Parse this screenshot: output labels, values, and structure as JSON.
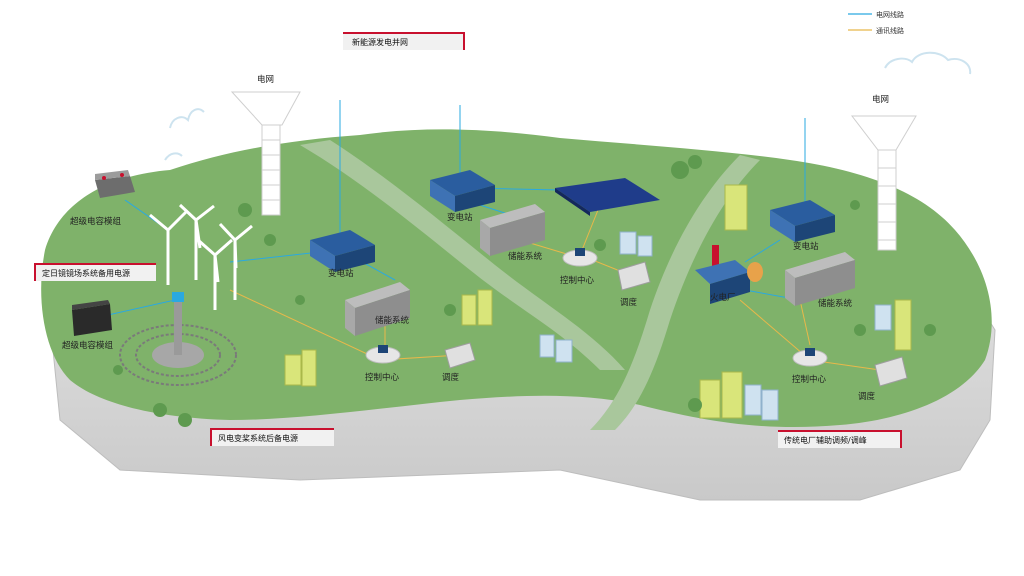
{
  "legend": {
    "grid_line": "电网线路",
    "comm_line": "通讯线路",
    "grid_color": "#2aa9e0",
    "comm_color": "#e8b84a"
  },
  "banners": {
    "new_energy": "新能源发电并网",
    "heliostat": "定日镜镜场系统备用电源",
    "wind_pitch": "风电变桨系统后备电源",
    "thermal_aux": "传统电厂辅助调频/调峰"
  },
  "labels": {
    "grid_left": "电网",
    "grid_right": "电网",
    "supercap_top": "超级电容模组",
    "supercap_bottom": "超级电容模组",
    "substation_1": "变电站",
    "substation_2": "变电站",
    "substation_3": "变电站",
    "storage_1": "储能系统",
    "storage_2": "储能系统",
    "storage_3": "储能系统",
    "control_1": "控制中心",
    "control_2": "控制中心",
    "control_3": "控制中心",
    "dispatch_1": "调度",
    "dispatch_2": "调度",
    "dispatch_3": "调度",
    "thermal_plant": "火电厂"
  },
  "colors": {
    "grass": "#7fb26a",
    "grass_dark": "#6aa05a",
    "rock": "#d6d6d6",
    "road": "#a9c79c",
    "accent_red": "#c8102e"
  }
}
